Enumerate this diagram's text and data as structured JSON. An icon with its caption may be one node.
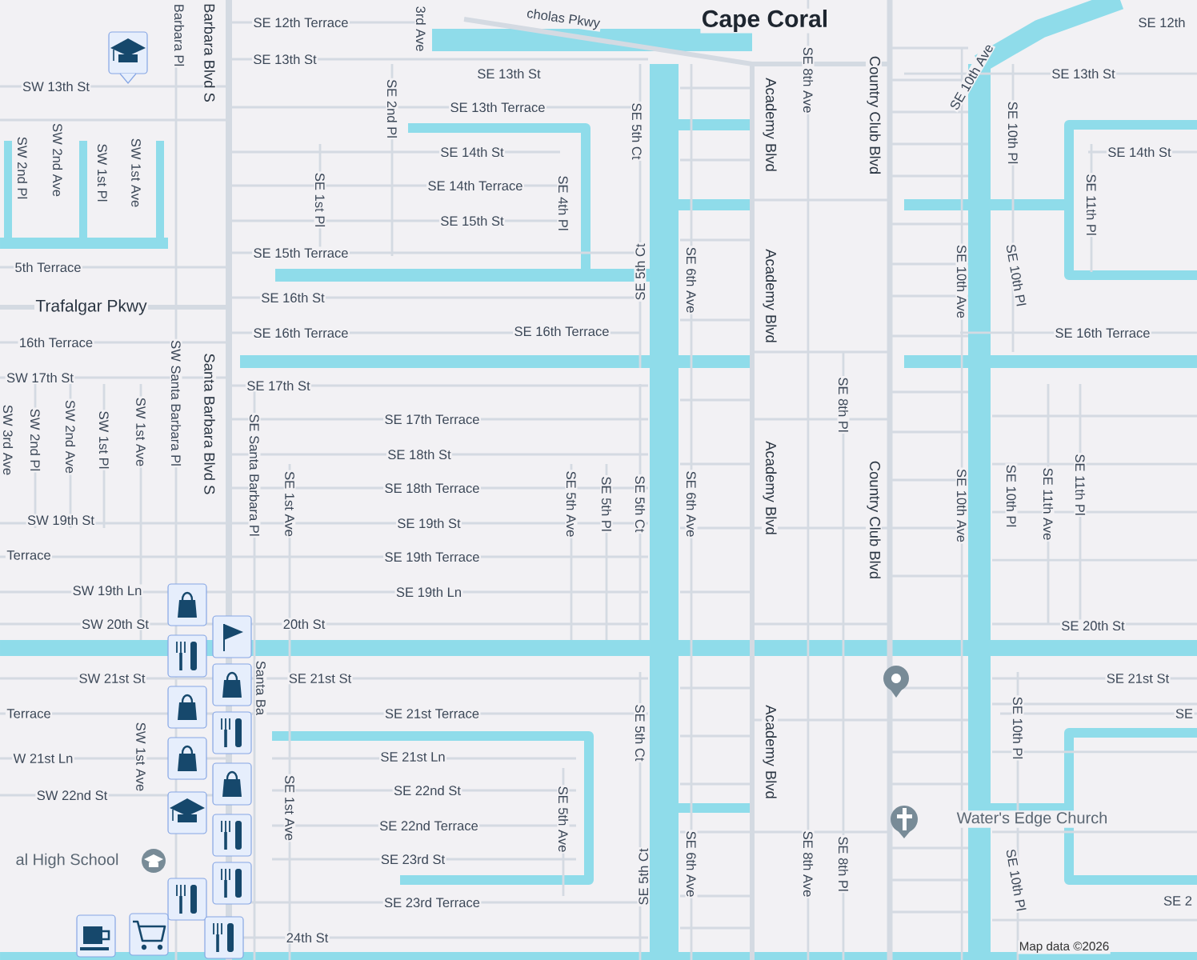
{
  "diagram": {
    "labels": [
      "Barbara Pl",
      "Barbara Blvd S",
      "3rd Ave",
      "cholas Pkwy",
      "Cape Coral",
      "SE 12th Terrace",
      "SE 12th",
      "SE 8th Ave",
      "Academy Blvd",
      "Country Club Blvd",
      "SE 10th Ave",
      "SE 13th St",
      "SE 13th St",
      "SE 13th St",
      "SW 13th St",
      "SE 13th Terrace",
      "SE 2nd Pl",
      "SE 5th Ct",
      "SE 10th Pl",
      "SE 14th St",
      "SE 14th St",
      "SW 2nd Pl",
      "SW 2nd Ave",
      "SW 1st Pl",
      "SW 1st Ave",
      "SE 14th Terrace",
      "SE 1st Pl",
      "SE 4th Pl",
      "SE 11th Pl",
      "SE 15th St",
      "SE 15th Terrace",
      "5th Terrace",
      "SE 5th Ct",
      "SE 6th Ave",
      "Academy Blvd",
      "SE 10th Ave",
      "SE 10th Pl",
      "SE 16th St",
      "Trafalgar Pkwy",
      "SE 16th Terrace",
      "SE 16th Terrace",
      "SE 16th Terrace",
      "16th Terrace",
      "SW 17th St",
      "SE 17th St",
      "SE 8th Pl",
      "SW Santa Barbara Pl",
      "Santa Barbara Blvd S",
      "SE 17th Terrace",
      "SW 3rd Ave",
      "SW 2nd Pl",
      "SW 2nd Ave",
      "SW 1st Pl",
      "SW 1st Ave",
      "SE 18th St",
      "SE Santa Barbara Pl",
      "SE 18th Terrace",
      "SE 1st Ave",
      "SE 5th Ave",
      "SE 5th Pl",
      "SE 5th Ct",
      "SE 6th Ave",
      "Academy Blvd",
      "Country Club Blvd",
      "SE 10th Ave",
      "SE 10th Pl",
      "SE 11th Ave",
      "SE 11th Pl",
      "SW 19th St",
      "SE 19th St",
      "Terrace",
      "SE 19th Terrace",
      "SW 19th Ln",
      "SE 19th Ln",
      "SW 20th St",
      "20th St",
      "SE 20th St",
      "SW 21st St",
      "SE 21st St",
      "SE 21st St",
      "Santa Ba",
      "Terrace",
      "SE 21st Terrace",
      "SE",
      "SE 5th Ct",
      "SE 10th Pl",
      "Academy Blvd",
      "W 21st Ln",
      "SW 1st Ave",
      "SE 21st Ln",
      "SW 22nd St",
      "SE 22nd St",
      "SE 1st Ave",
      "SE 5th Ave",
      "Water's Edge Church",
      "SE 22nd Terrace",
      "al High School",
      "SE 23rd St",
      "SE 5th Ct",
      "SE 6th Ave",
      "SE 8th Ave",
      "SE 8th Pl",
      "SE 10th Pl",
      "SE 23rd Terrace",
      "SE 2",
      "24th St",
      "Map data ©2026"
    ]
  }
}
